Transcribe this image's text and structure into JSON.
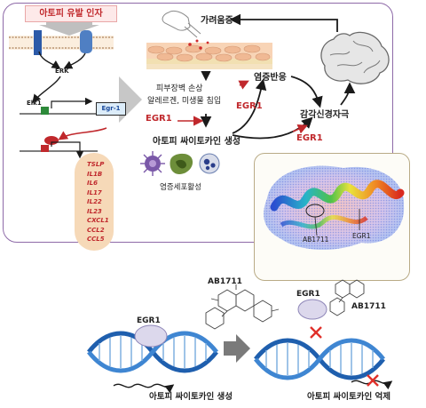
{
  "top_panel": {
    "trigger_label": "아토피 유발 인자",
    "erk_label": "ERK",
    "elk1_label": "Elk1",
    "egr1_gene_label": "Egr-1",
    "mediators": [
      "TSLP",
      "IL1B",
      "IL6",
      "IL17",
      "IL22",
      "IL23",
      "CXCL1",
      "CCL2",
      "CCL5"
    ],
    "pruritus_label": "가려움증",
    "barrier_label": "피부장벽 손상",
    "allergen_label": "알레르겐, 미생물 침입",
    "inflammation_label": "염증반응",
    "sensory_label": "감각신경자극",
    "cytokine_label": "아토피 싸이토카인 생성",
    "cell_activation_label": "염증세포활성",
    "egr1_1": "EGR1",
    "egr1_2": "EGR1",
    "egr1_3": "EGR1"
  },
  "inset": {
    "ab_label": "AB1711",
    "egr_label": "EGR1"
  },
  "bottom": {
    "egr1_left": "EGR1",
    "ab1711_top": "AB1711",
    "egr1_right": "EGR1",
    "ab1711_right": "AB1711",
    "caption_left": "아토피 싸이토카인 생성",
    "caption_right": "아토피 싸이토카인 억제"
  },
  "colors": {
    "panel_border": "#8e6aa8",
    "egr1_red": "#c0282c",
    "dna_blue": "#1f5fae",
    "inhibit_red": "#e0302a"
  }
}
